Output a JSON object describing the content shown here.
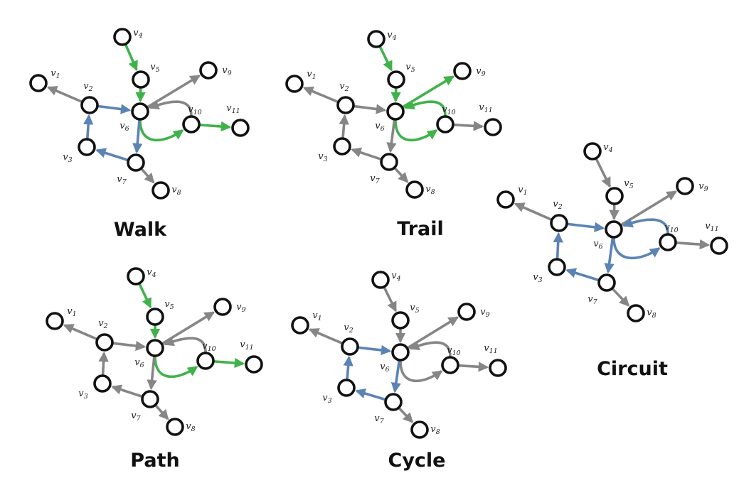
{
  "colors": {
    "gray": "#868686",
    "blue": "#5b84b5",
    "green": "#3fb24a",
    "node_stroke": "#111111",
    "node_fill": "#ffffff"
  },
  "vertex_labels": {
    "v1": "v1",
    "v2": "v2",
    "v3": "v3",
    "v4": "v4",
    "v5": "v5",
    "v6": "v6",
    "v7": "v7",
    "v8": "v8",
    "v9": "v9",
    "v10": "v10",
    "v11": "v11"
  },
  "graphs": [
    {
      "id": "walk",
      "title": "Walk",
      "highlighted_edges": [
        {
          "from": "v4",
          "to": "v5",
          "color": "green"
        },
        {
          "from": "v5",
          "to": "v6",
          "color": "green"
        },
        {
          "from": "v6",
          "to": "v10",
          "color": "green"
        },
        {
          "from": "v10",
          "to": "v11",
          "color": "green"
        },
        {
          "from": "v2",
          "to": "v6",
          "color": "blue"
        },
        {
          "from": "v6",
          "to": "v7",
          "color": "blue"
        },
        {
          "from": "v7",
          "to": "v3",
          "color": "blue"
        },
        {
          "from": "v3",
          "to": "v2",
          "color": "blue"
        }
      ]
    },
    {
      "id": "trail",
      "title": "Trail",
      "highlighted_edges": [
        {
          "from": "v4",
          "to": "v5",
          "color": "green"
        },
        {
          "from": "v5",
          "to": "v6",
          "color": "green"
        },
        {
          "from": "v6",
          "to": "v10",
          "color": "green"
        },
        {
          "from": "v10",
          "to": "v6",
          "color": "green"
        },
        {
          "from": "v6",
          "to": "v9",
          "color": "green"
        }
      ]
    },
    {
      "id": "circuit",
      "title": "Circuit",
      "highlighted_edges": [
        {
          "from": "v2",
          "to": "v6",
          "color": "blue"
        },
        {
          "from": "v6",
          "to": "v10",
          "color": "blue"
        },
        {
          "from": "v10",
          "to": "v6",
          "color": "blue"
        },
        {
          "from": "v6",
          "to": "v7",
          "color": "blue"
        },
        {
          "from": "v7",
          "to": "v3",
          "color": "blue"
        },
        {
          "from": "v3",
          "to": "v2",
          "color": "blue"
        }
      ]
    },
    {
      "id": "path",
      "title": "Path",
      "highlighted_edges": [
        {
          "from": "v4",
          "to": "v5",
          "color": "green"
        },
        {
          "from": "v5",
          "to": "v6",
          "color": "green"
        },
        {
          "from": "v6",
          "to": "v10",
          "color": "green"
        },
        {
          "from": "v10",
          "to": "v11",
          "color": "green"
        }
      ]
    },
    {
      "id": "cycle",
      "title": "Cycle",
      "highlighted_edges": [
        {
          "from": "v2",
          "to": "v6",
          "color": "blue"
        },
        {
          "from": "v6",
          "to": "v7",
          "color": "blue"
        },
        {
          "from": "v7",
          "to": "v3",
          "color": "blue"
        },
        {
          "from": "v3",
          "to": "v2",
          "color": "blue"
        }
      ]
    }
  ],
  "base_edges": [
    {
      "from": "v2",
      "to": "v1"
    },
    {
      "from": "v2",
      "to": "v6"
    },
    {
      "from": "v3",
      "to": "v2"
    },
    {
      "from": "v4",
      "to": "v5"
    },
    {
      "from": "v5",
      "to": "v6"
    },
    {
      "from": "v6",
      "to": "v9"
    },
    {
      "from": "v6",
      "to": "v10"
    },
    {
      "from": "v10",
      "to": "v6"
    },
    {
      "from": "v10",
      "to": "v11"
    },
    {
      "from": "v6",
      "to": "v7"
    },
    {
      "from": "v7",
      "to": "v3"
    },
    {
      "from": "v7",
      "to": "v8"
    }
  ]
}
